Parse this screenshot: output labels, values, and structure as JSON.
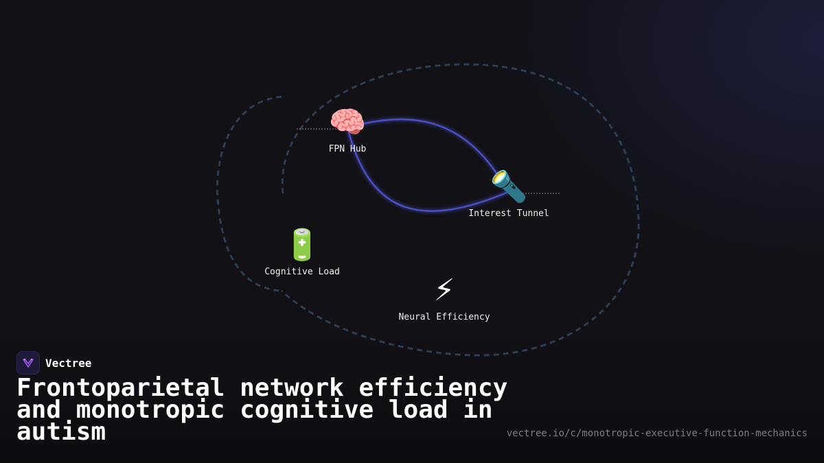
{
  "diagram": {
    "nodes": [
      {
        "id": "fpn-hub",
        "label": "FPN Hub",
        "icon": "brain-icon",
        "glyph": "🧠"
      },
      {
        "id": "interest-tunnel",
        "label": "Interest Tunnel",
        "icon": "flashlight-icon",
        "glyph": "🔦"
      },
      {
        "id": "cognitive-load",
        "label": "Cognitive Load",
        "icon": "battery-icon",
        "glyph": "🔋"
      },
      {
        "id": "neural-efficiency",
        "label": "Neural Efficiency",
        "icon": "lightning-icon",
        "glyph": "⚡"
      }
    ],
    "colors": {
      "boundary": "#2f3d52",
      "connection": "#4b4fc4",
      "connection_glow": "#3a3aa8",
      "leader": "#8a8f99"
    }
  },
  "brand": {
    "name": "Vectree",
    "logo_color": "#a855f7"
  },
  "headline": "Frontoparietal network efficiency and monotropic cognitive load in autism",
  "url": "vectree.io/c/monotropic-executive-function-mechanics"
}
